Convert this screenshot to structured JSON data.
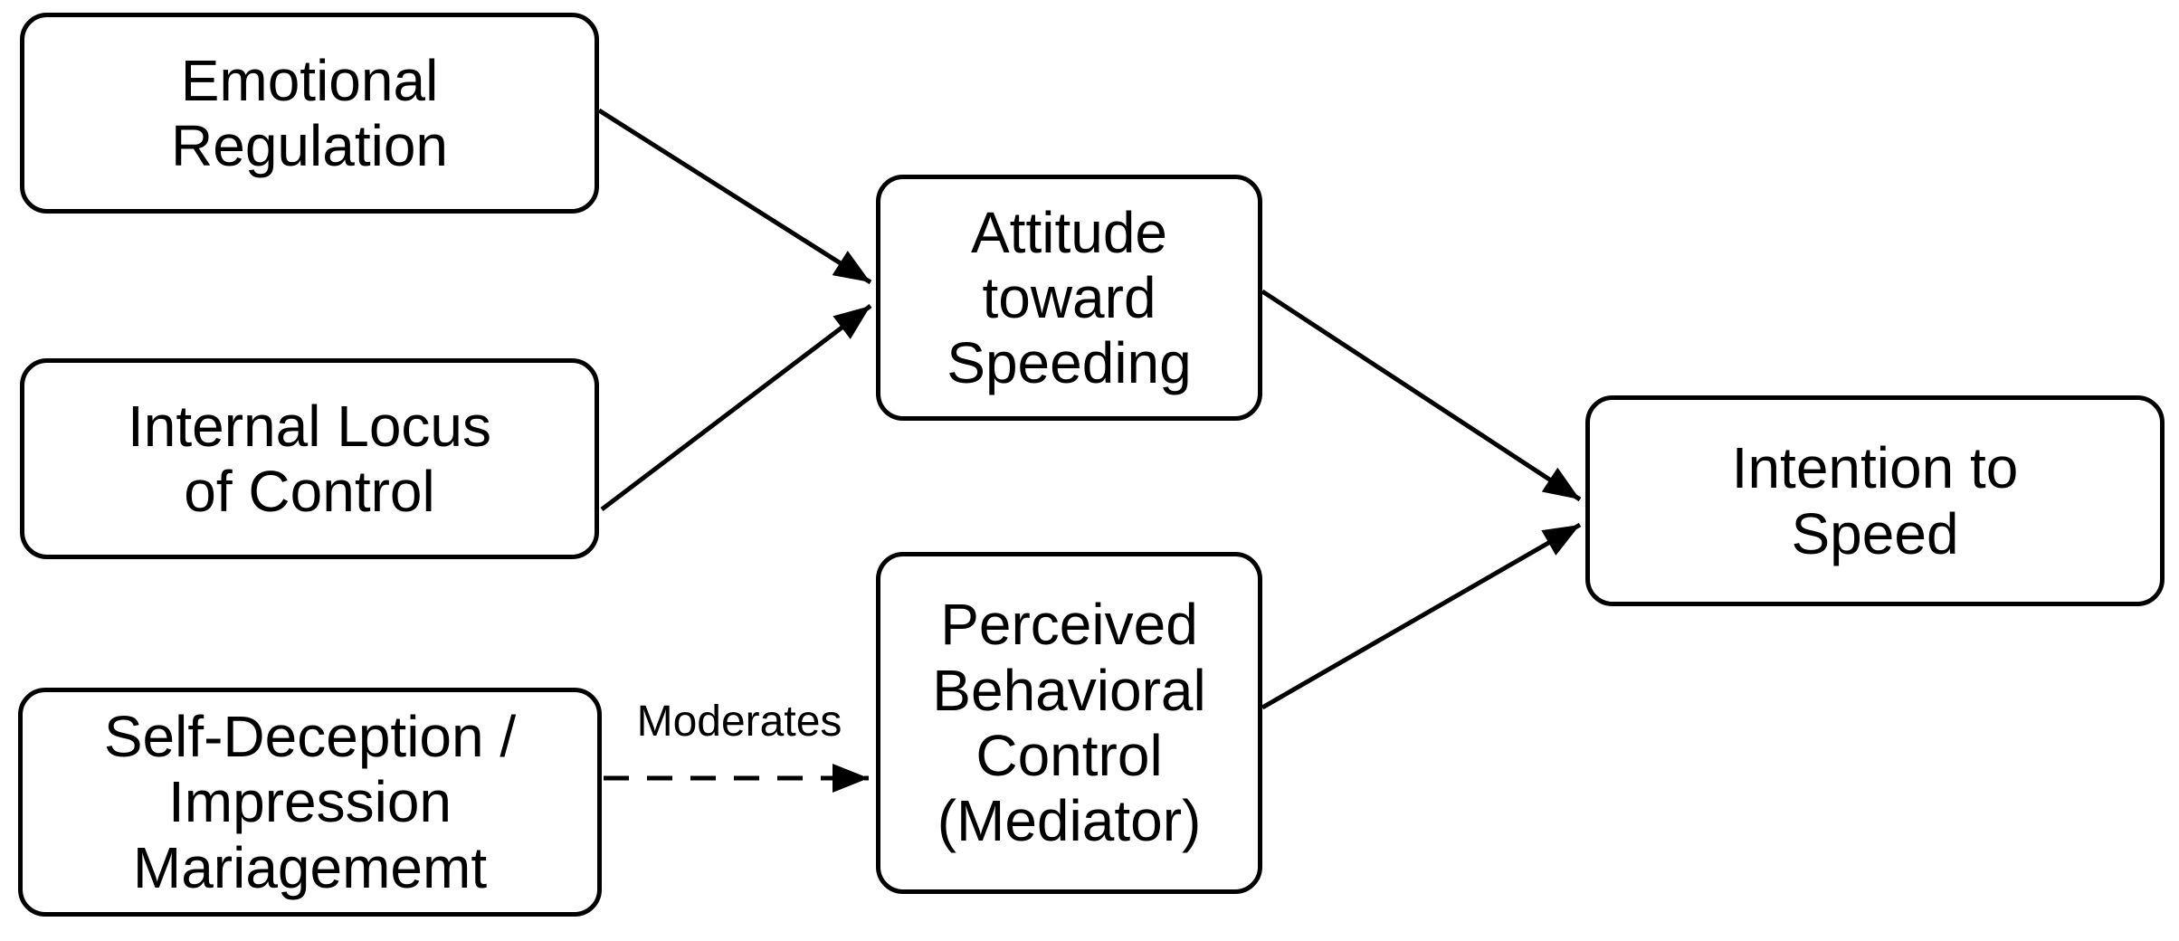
{
  "figure": {
    "kind": "path-model-diagram"
  },
  "colors": {
    "background": "#ffffff",
    "box_fill": "#ffffff",
    "line": "#000000",
    "text": "#000000"
  },
  "nodes": {
    "emotional_regulation": {
      "label": "Emotional\nRegulation"
    },
    "internal_locus_of_control": {
      "label": "Internal Locus\nof Control"
    },
    "self_deception_impression_management": {
      "label": "Self-Deception /\nImpression\nMariagememt"
    },
    "attitude_toward_speeding": {
      "label": "Attitude\ntoward\nSpeeding"
    },
    "perceived_behavioral_control": {
      "label": "Perceived\nBehavioral\nControl\n(Mediator)"
    },
    "intention_to_speed": {
      "label": "Intention to\nSpeed"
    }
  },
  "edges": [
    {
      "from": "emotional_regulation",
      "to": "attitude_toward_speeding",
      "style": "solid",
      "label": ""
    },
    {
      "from": "internal_locus_of_control",
      "to": "attitude_toward_speeding",
      "style": "solid",
      "label": ""
    },
    {
      "from": "attitude_toward_speeding",
      "to": "intention_to_speed",
      "style": "solid",
      "label": ""
    },
    {
      "from": "perceived_behavioral_control",
      "to": "intention_to_speed",
      "style": "solid",
      "label": ""
    },
    {
      "from": "self_deception_impression_management",
      "to": "perceived_behavioral_control",
      "style": "dashed",
      "label": "Moderates"
    }
  ]
}
